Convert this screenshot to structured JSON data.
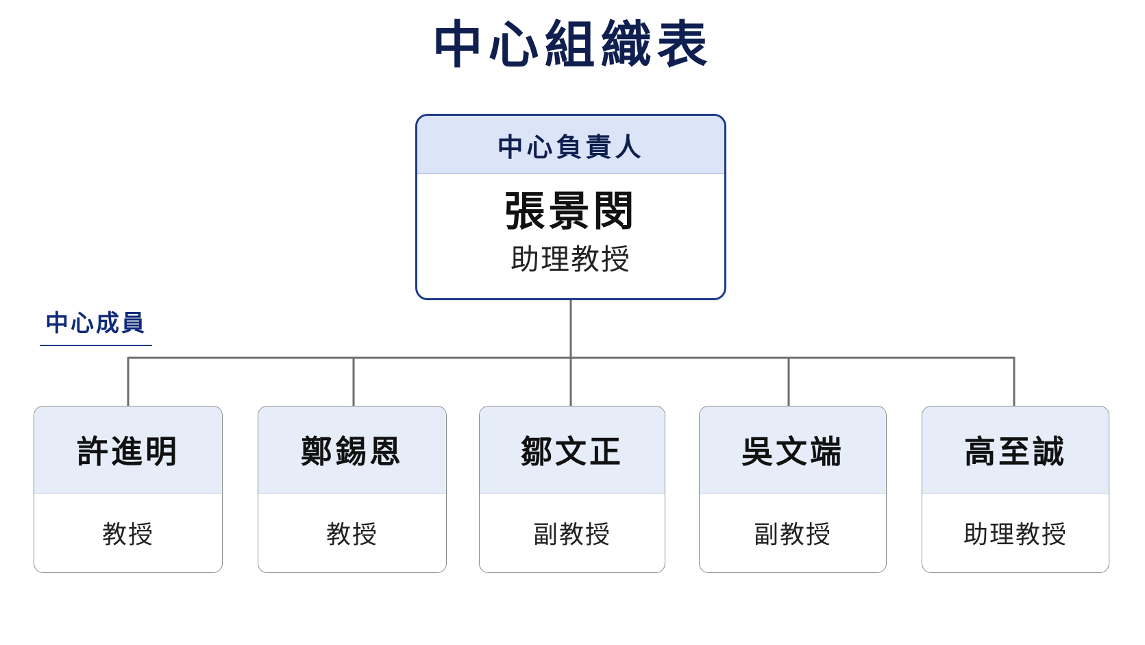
{
  "title": "中心組織表",
  "director": {
    "role": "中心負責人",
    "name": "張景閔",
    "title": "助理教授"
  },
  "members_label": "中心成員",
  "members": [
    {
      "name": "許進明",
      "title": "教授"
    },
    {
      "name": "鄭錫恩",
      "title": "教授"
    },
    {
      "name": "鄒文正",
      "title": "副教授"
    },
    {
      "name": "吳文端",
      "title": "副教授"
    },
    {
      "name": "高至誠",
      "title": "助理教授"
    }
  ],
  "colors": {
    "heading": "#0f1f4f",
    "accent": "#1f3a8a",
    "header_fill": "#dbe5f7",
    "connector": "#6e6e6e"
  }
}
